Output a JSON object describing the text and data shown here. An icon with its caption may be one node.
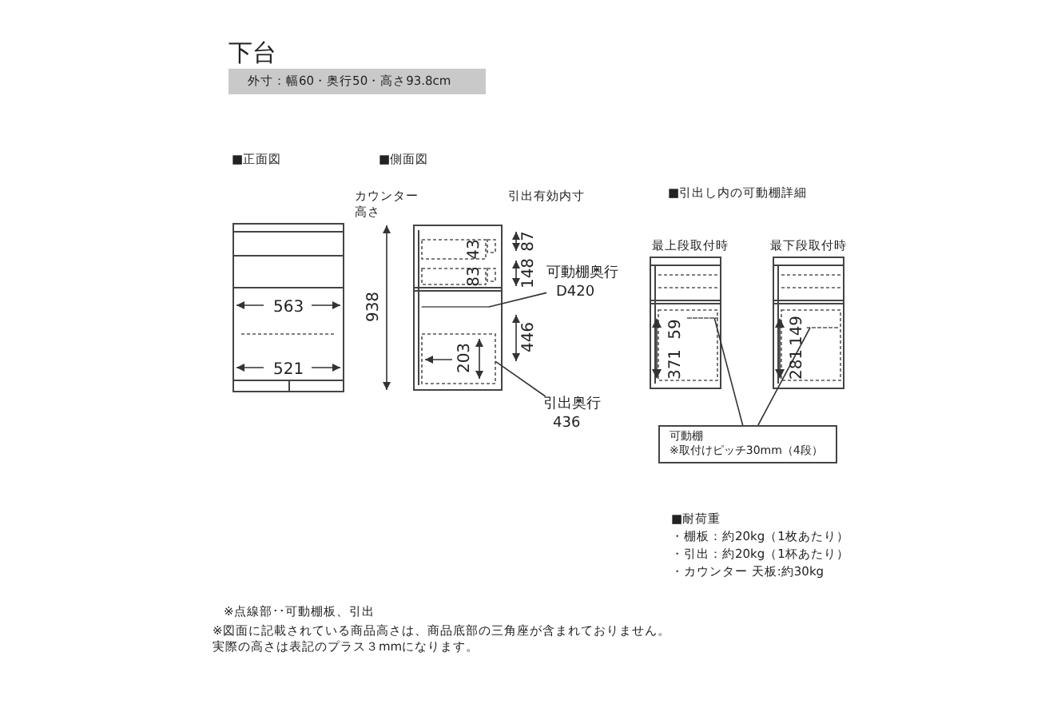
{
  "diagram": {
    "title": "下台",
    "nodes": [
      {
        "text": [
          "可動棚奥行",
          "D420"
        ]
      },
      {
        "text": [
          "引出奥行",
          "436"
        ]
      },
      {
        "text": [
          "可動棚",
          "※取付けピッチ30mm（4段）"
        ]
      },
      {
        "text": [],
        "shape": "bar"
      },
      {
        "text": [],
        "shape": "box"
      },
      {
        "text": [],
        "shape": "bar"
      },
      {
        "text": [],
        "shape": "bar"
      }
    ],
    "edges": [
      {
        "from": 0,
        "to": 3,
        "arrow": "none"
      },
      {
        "from": 1,
        "to": 4,
        "arrow": "none"
      },
      {
        "from": 2,
        "to": 5,
        "arrow": "none"
      },
      {
        "from": 2,
        "to": 6,
        "arrow": "none"
      }
    ],
    "labels": [
      "外寸：幅60・奥行50・高さ93.8cm",
      "■正面図",
      "■側面図",
      "563",
      "521",
      "カウンター高さ",
      "938",
      "43",
      "83",
      "引出有効内寸",
      "87",
      "148",
      "446",
      "203",
      "■引出し内の可動棚詳細",
      "最上段取付時",
      "最下段取付時",
      "59",
      "371",
      "149",
      "281",
      "■耐荷重",
      "・棚板：約20kg（1枚あたり）",
      "・引出：約20kg（1杯あたり）",
      "・カウンター 天板:約30kg",
      "※点線部･･可動棚板、引出",
      "※図面に記載されている商品高さは、商品底部の三角座が含まれておりません。実際の高さは表記のプラス３mmになります。"
    ]
  }
}
